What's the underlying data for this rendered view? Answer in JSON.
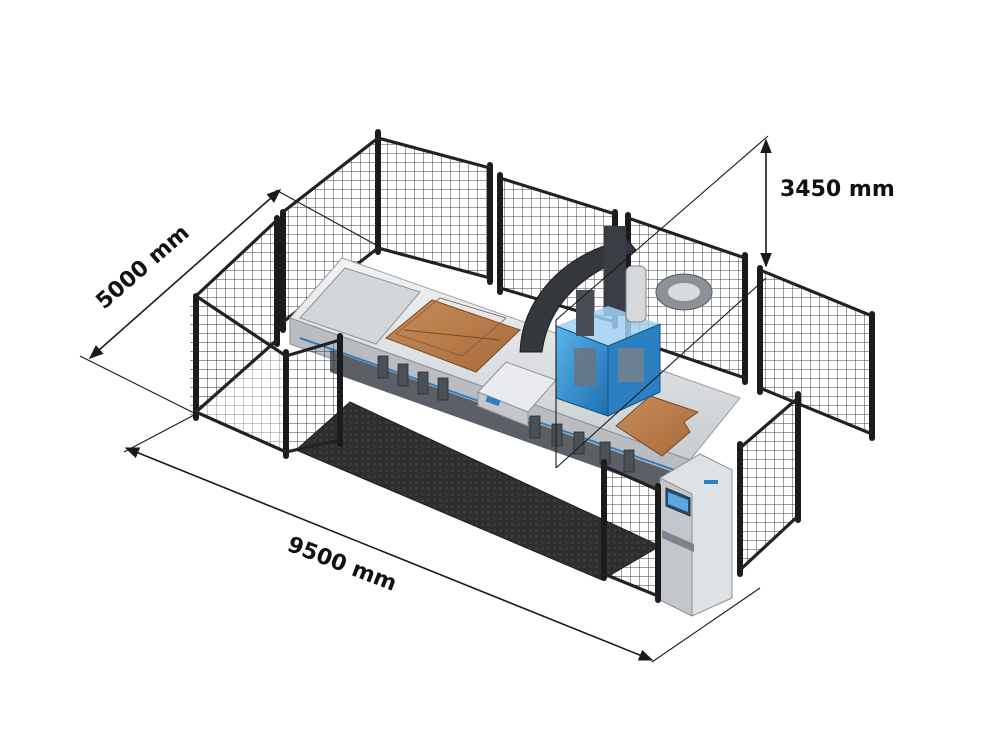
{
  "dimensions": {
    "length": "9500 mm",
    "width": "5000 mm",
    "height": "3450 mm"
  },
  "colors": {
    "fence": "#1f1f1f",
    "machine_body": "#e6e8ea",
    "machine_dark": "#3a3d42",
    "spindle_head": "#2f8fd0",
    "wood_panel": "#b97c4c",
    "floor_mat": "#2b2b2b",
    "dimension_line": "#1a1a1a"
  },
  "icons": [
    "cnc-machine-illustration",
    "safety-fence",
    "control-panel",
    "floor-mat"
  ]
}
